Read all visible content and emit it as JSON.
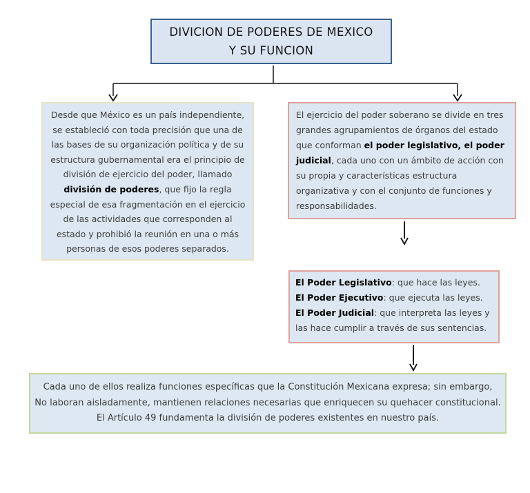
{
  "title": {
    "line1": "DIVICION DE PODERES DE MEXICO",
    "line2": "Y SU FUNCION"
  },
  "left_box": {
    "text_before": "Desde que México es un país independiente, se estableció con toda precisión que una de las bases de su organización política y de su estructura gubernamental era el principio de división de ejercicio del poder, llamado ",
    "bold": "división de poderes",
    "text_after": ", que fijo la regla especial de esa fragmentación en el ejercicio de las actividades que corresponden al estado y prohibió la reunión en una o más personas de esos poderes separados."
  },
  "right_box": {
    "text_before": "El ejercicio del poder soberano se divide en tres grandes agrupamientos de órganos del estado que conforman ",
    "bold": "el poder legislativo, el poder judicial",
    "text_after": ", cada uno con un ámbito de acción con su propia y características estructura organizativa y con el conjunto de funciones y responsabilidades."
  },
  "powers_box": {
    "items": [
      {
        "bold": "El Poder Legislativo",
        "rest": ": que hace las leyes."
      },
      {
        "bold": "El Poder Ejecutivo",
        "rest": ": que ejecuta las leyes."
      },
      {
        "bold": "El Poder Judicial",
        "rest": ": que interpreta las leyes y las hace cumplir a través de sus sentencias."
      }
    ]
  },
  "bottom_box": {
    "lines": [
      "Cada uno de ellos realiza funciones específicas que la Constitución Mexicana expresa; sin embargo,",
      "No laboran aisladamente, mantienen relaciones necesarias que enriquecen su quehacer constitucional.",
      "El Artículo 49 fundamenta la división de poderes existentes en nuestro país."
    ]
  },
  "colors": {
    "title_fill": "#dbe5f1",
    "title_border": "#38618f",
    "box_fill": "#dce7f1",
    "left_border": "#e7e3c5",
    "salmon_border": "#dfa29b",
    "green_border": "#c5d79f",
    "connector_gray": "#4f4f4f",
    "arrow_black": "#1c1c1c"
  }
}
